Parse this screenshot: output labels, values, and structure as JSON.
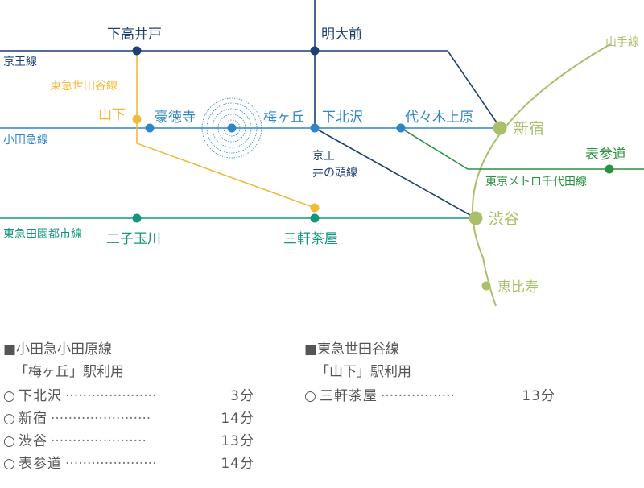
{
  "colors": {
    "blue": "#2f86c6",
    "navy": "#1d3f74",
    "gold": "#f0bb3b",
    "teal": "#13967e",
    "yamanote": "#a9bf6a",
    "metro_green": "#2e9140",
    "legend_text": "#555555"
  },
  "lines": {
    "keio": "京王線",
    "tokyu_setagaya": "東急世田谷線",
    "odakyu": "小田急線",
    "keio_inokashira": [
      "京王",
      "井の頭線"
    ],
    "metro_chiyoda": "東京メトロ千代田線",
    "tokyu_denentoshi": "東急田園都市線",
    "yamanote": "山手線"
  },
  "stations": {
    "shimotakaido": "下高井戸",
    "meidaimae": "明大前",
    "yamashita": "山下",
    "gotokuji": "豪徳寺",
    "umegaoka": "梅ヶ丘",
    "shimokitazawa": "下北沢",
    "yoyogiuehara": "代々木上原",
    "shinjuku": "新宿",
    "omotesando": "表参道",
    "shibuya": "渋谷",
    "ebisu": "恵比寿",
    "futakotamagawa": "二子玉川",
    "sangenjaya": "三軒茶屋"
  },
  "legend_odakyu": {
    "title": "■小田急小田原線",
    "subtitle": "「梅ヶ丘」駅利用",
    "rows": [
      {
        "marker": "○",
        "name": "下北沢",
        "leader": "·····················",
        "time": "3分"
      },
      {
        "marker": "○",
        "name": "新宿",
        "leader": "·······················",
        "time": "14分"
      },
      {
        "marker": "○",
        "name": "渋谷",
        "leader": "······················",
        "time": "13分"
      },
      {
        "marker": "○",
        "name": "表参道",
        "leader": "·····················",
        "time": "14分"
      }
    ]
  },
  "legend_setagaya": {
    "title": "■東急世田谷線",
    "subtitle": "「山下」駅利用",
    "rows": [
      {
        "marker": "○",
        "name": "三軒茶屋",
        "leader": "·················",
        "time": "13分"
      }
    ]
  }
}
